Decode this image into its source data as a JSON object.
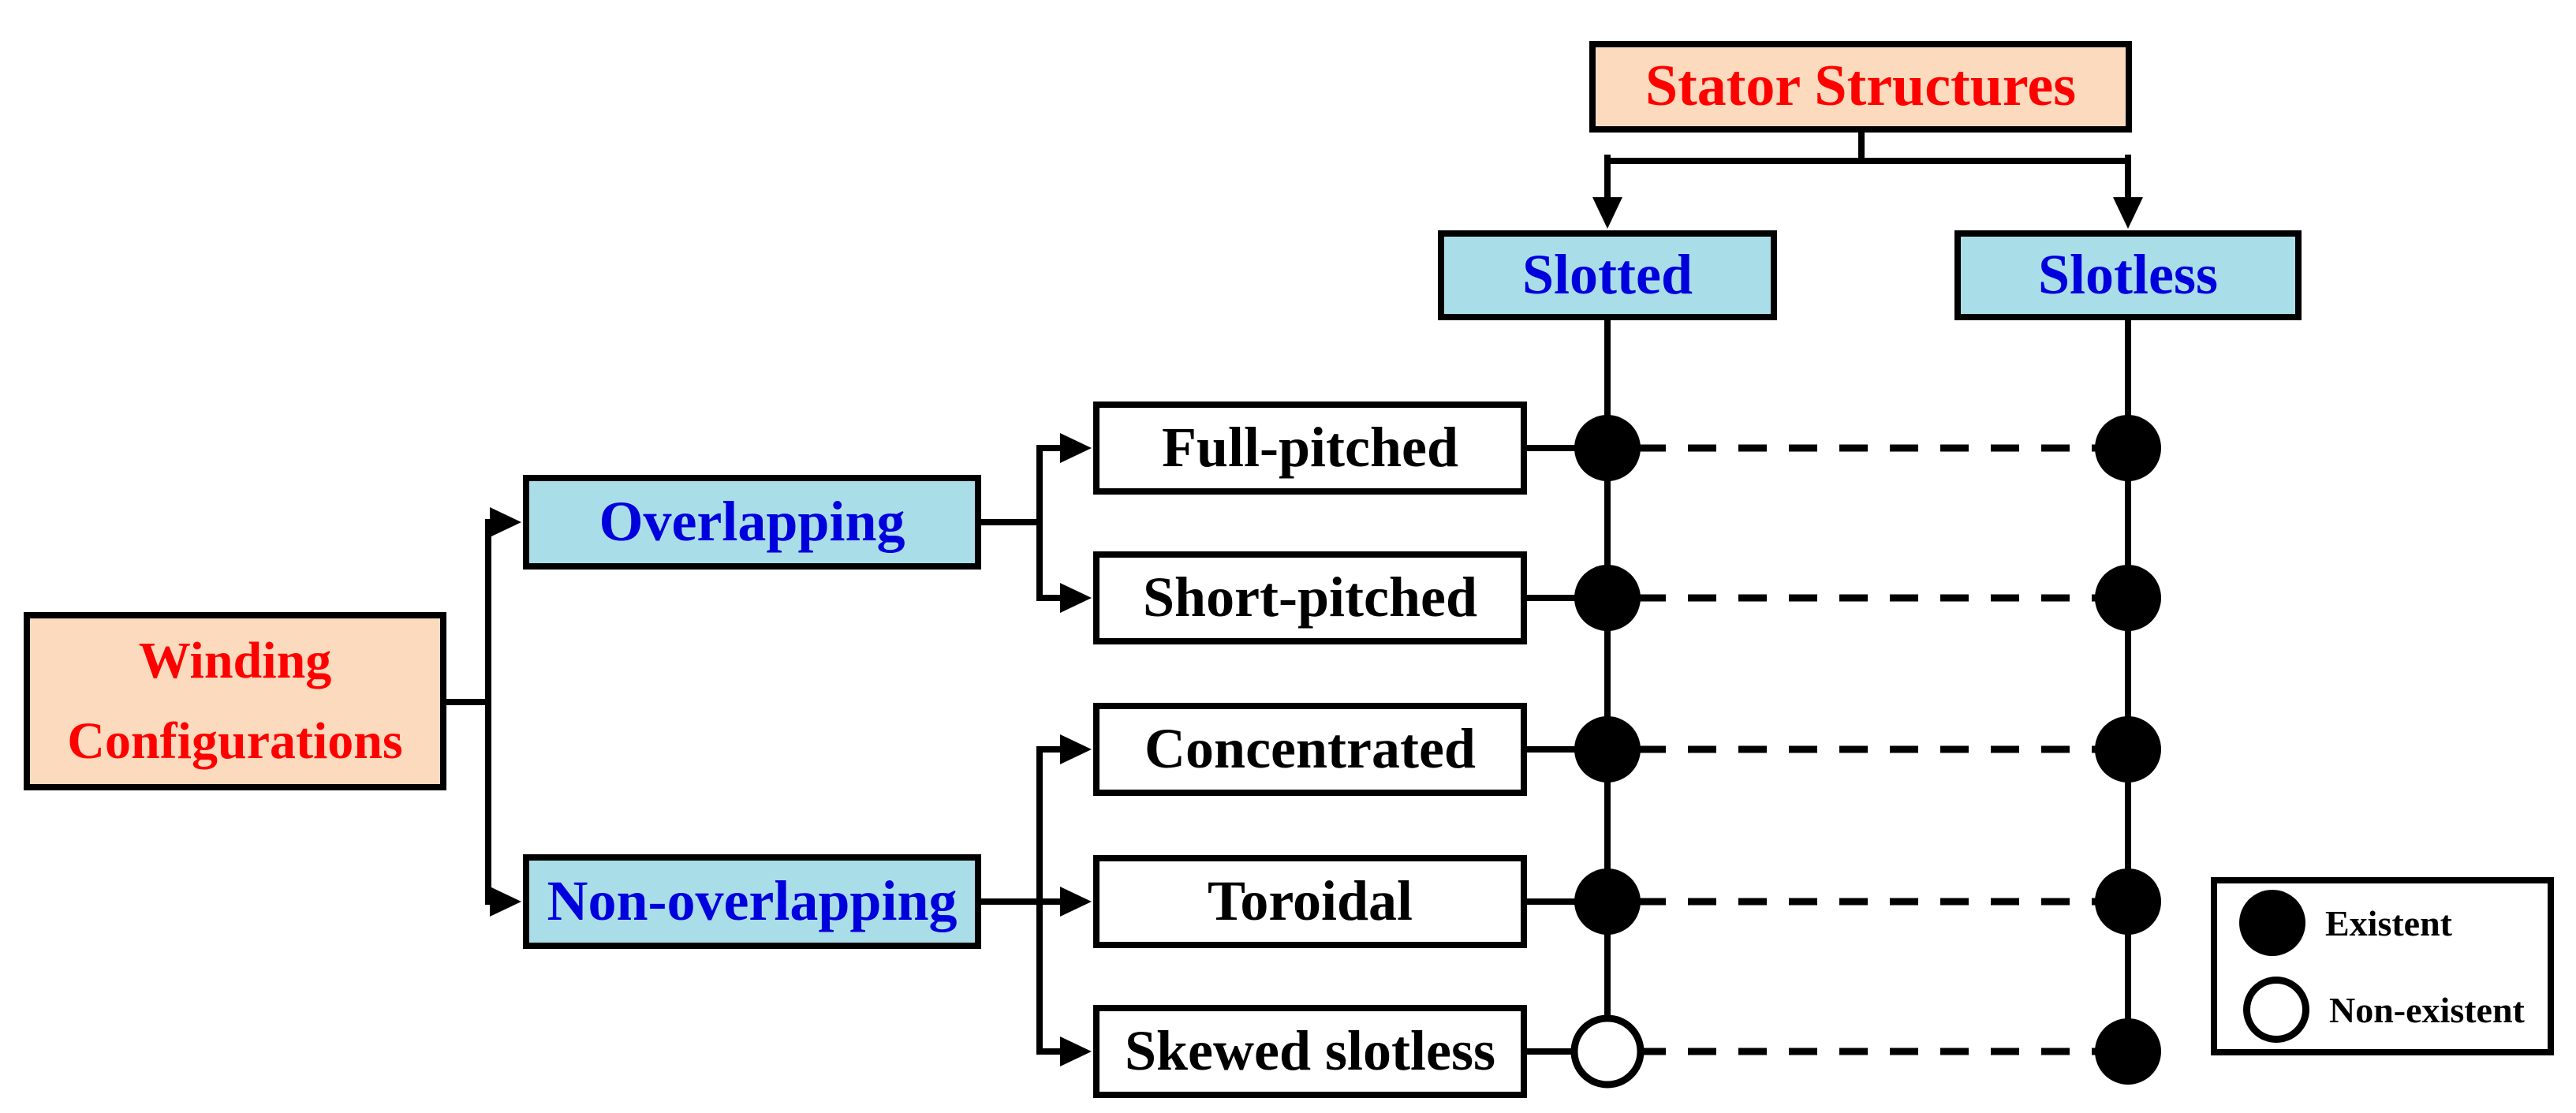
{
  "nodes": {
    "stator_structures": "Stator Structures",
    "slotted": "Slotted",
    "slotless": "Slotless",
    "winding_line1": "Winding",
    "winding_line2": "Configurations",
    "overlapping": "Overlapping",
    "non_overlapping": "Non-overlapping"
  },
  "matrix": {
    "columns": [
      "Slotted",
      "Slotless"
    ],
    "rows": [
      {
        "label": "Full-pitched",
        "group": "Overlapping",
        "slotted": "existent",
        "slotless": "existent"
      },
      {
        "label": "Short-pitched",
        "group": "Overlapping",
        "slotted": "existent",
        "slotless": "existent"
      },
      {
        "label": "Concentrated",
        "group": "Non-overlapping",
        "slotted": "existent",
        "slotless": "existent"
      },
      {
        "label": "Toroidal",
        "group": "Non-overlapping",
        "slotted": "existent",
        "slotless": "existent"
      },
      {
        "label": "Skewed slotless",
        "group": "Non-overlapping",
        "slotted": "non-existent",
        "slotless": "existent"
      }
    ]
  },
  "legend": {
    "existent_label": "Existent",
    "non_existent_label": "Non-existent"
  },
  "colors": {
    "category_box_bg": "#FBDABD",
    "subcategory_box_bg": "#A9DEE9",
    "category_text": "#FF0000",
    "subcategory_text": "#0000DD",
    "leaf_text": "#000000",
    "line": "#000000"
  }
}
